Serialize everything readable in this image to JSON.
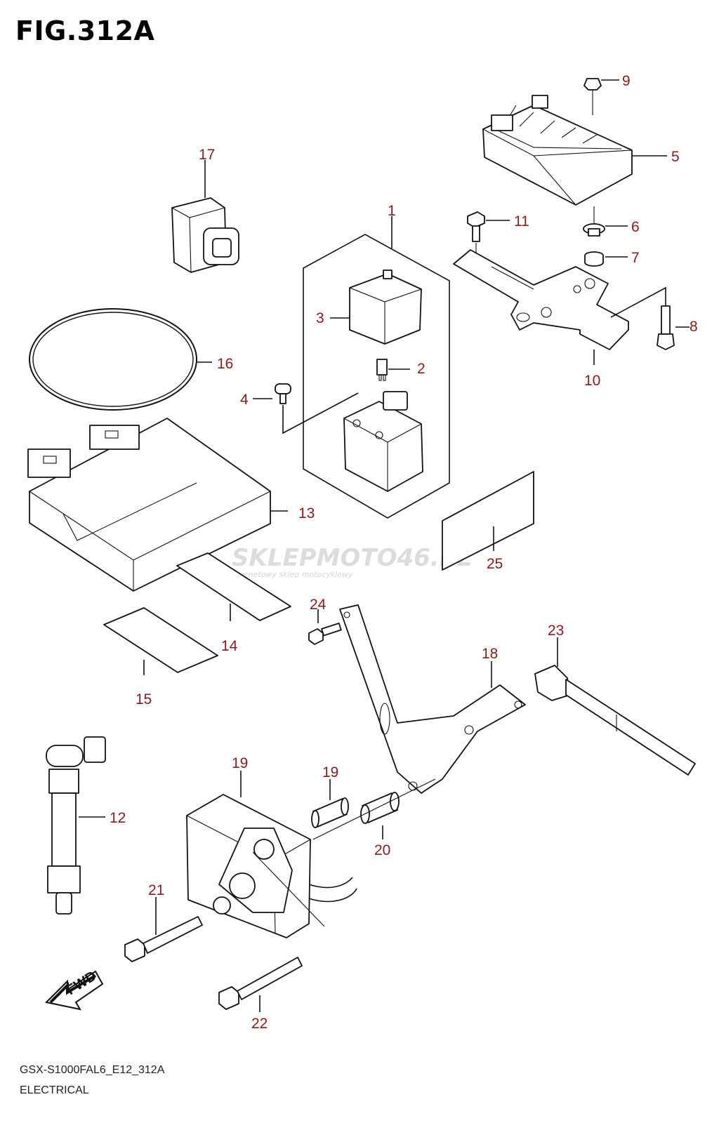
{
  "figure": {
    "title": "FIG.312A",
    "model_code": "GSX-S1000FAL6_E12_312A",
    "section_name": "ELECTRICAL"
  },
  "watermark": {
    "brand": "SKLEPMOTO46.PL",
    "tagline": "internetowy sklep motocyklowy"
  },
  "fwd_label": "FWD",
  "callouts": [
    "1",
    "2",
    "3",
    "4",
    "5",
    "6",
    "7",
    "8",
    "9",
    "10",
    "11",
    "12",
    "13",
    "14",
    "15",
    "16",
    "17",
    "18",
    "19",
    "19",
    "20",
    "21",
    "22",
    "23",
    "24",
    "25"
  ],
  "colors": {
    "callout": "#8b1a1a",
    "watermark_light": "#e0e0e0",
    "watermark_accent": "#f2c6c6",
    "line": "#111111"
  }
}
